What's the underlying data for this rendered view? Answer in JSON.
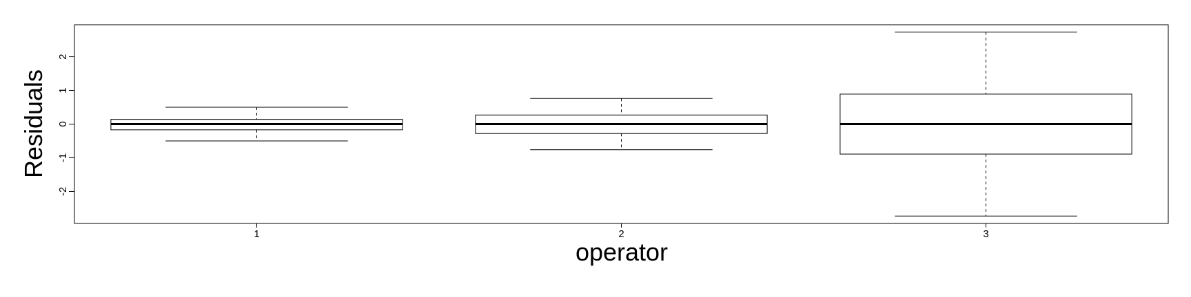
{
  "chart_data": {
    "type": "boxplot",
    "xlabel": "operator",
    "ylabel": "Residuals",
    "categories": [
      "1",
      "2",
      "3"
    ],
    "boxes": [
      {
        "category": "1",
        "whisker_low": -0.5,
        "q1": -0.17,
        "median": 0.0,
        "q3": 0.14,
        "whisker_high": 0.5
      },
      {
        "category": "2",
        "whisker_low": -0.76,
        "q1": -0.28,
        "median": 0.0,
        "q3": 0.27,
        "whisker_high": 0.76
      },
      {
        "category": "3",
        "whisker_low": -2.73,
        "q1": -0.89,
        "median": 0.0,
        "q3": 0.89,
        "whisker_high": 2.73
      }
    ],
    "yticks": [
      -2,
      -1,
      0,
      1,
      2
    ],
    "ylim": [
      -2.95,
      2.95
    ],
    "grid": false,
    "legend": "none"
  }
}
